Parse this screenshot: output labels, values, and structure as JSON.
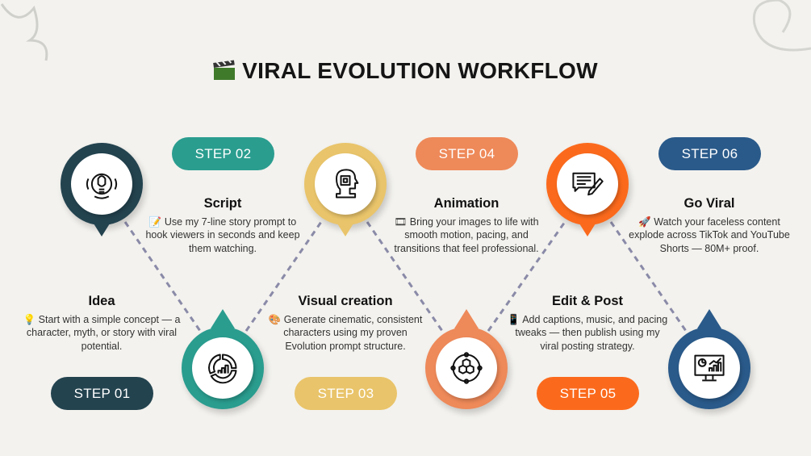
{
  "title": {
    "icon": "clapperboard-icon",
    "text": "VIRAL EVOLUTION WORKFLOW"
  },
  "steps": [
    {
      "label": "STEP 01",
      "title": "Idea",
      "emoji": "💡",
      "desc": "Start with a simple concept — a character, myth, or story with viral potential.",
      "color": "#23434f",
      "icon": "lightbulb-gear-icon",
      "position": "top"
    },
    {
      "label": "STEP 02",
      "title": "Script",
      "emoji": "📝",
      "desc": "Use my 7-line story prompt to hook viewers in seconds and keep them watching.",
      "color": "#2a9d8f",
      "icon": "chart-cycle-icon",
      "position": "bottom"
    },
    {
      "label": "STEP 03",
      "title": "Visual creation",
      "emoji": "🎨",
      "desc": "Generate cinematic, consistent characters using my proven Evolution prompt structure.",
      "color": "#e9c46a",
      "icon": "ai-head-chip-icon",
      "position": "top"
    },
    {
      "label": "STEP 04",
      "title": "Animation",
      "emoji": "🎞",
      "desc": "Bring your images to life with smooth motion, pacing, and transitions that feel professional.",
      "color": "#ee8959",
      "icon": "cubes-orbit-icon",
      "position": "bottom"
    },
    {
      "label": "STEP 05",
      "title": "Edit & Post",
      "emoji": "📱",
      "desc": "Add captions, music, and pacing tweaks — then publish using my viral posting strategy.",
      "color": "#fb6a1c",
      "icon": "message-edit-icon",
      "position": "top"
    },
    {
      "label": "STEP 06",
      "title": "Go Viral",
      "emoji": "🚀",
      "desc": "Watch your faceless content explode across TikTok and YouTube Shorts — 80M+ proof.",
      "color": "#2a5a8a",
      "icon": "analytics-monitor-icon",
      "position": "bottom"
    }
  ]
}
